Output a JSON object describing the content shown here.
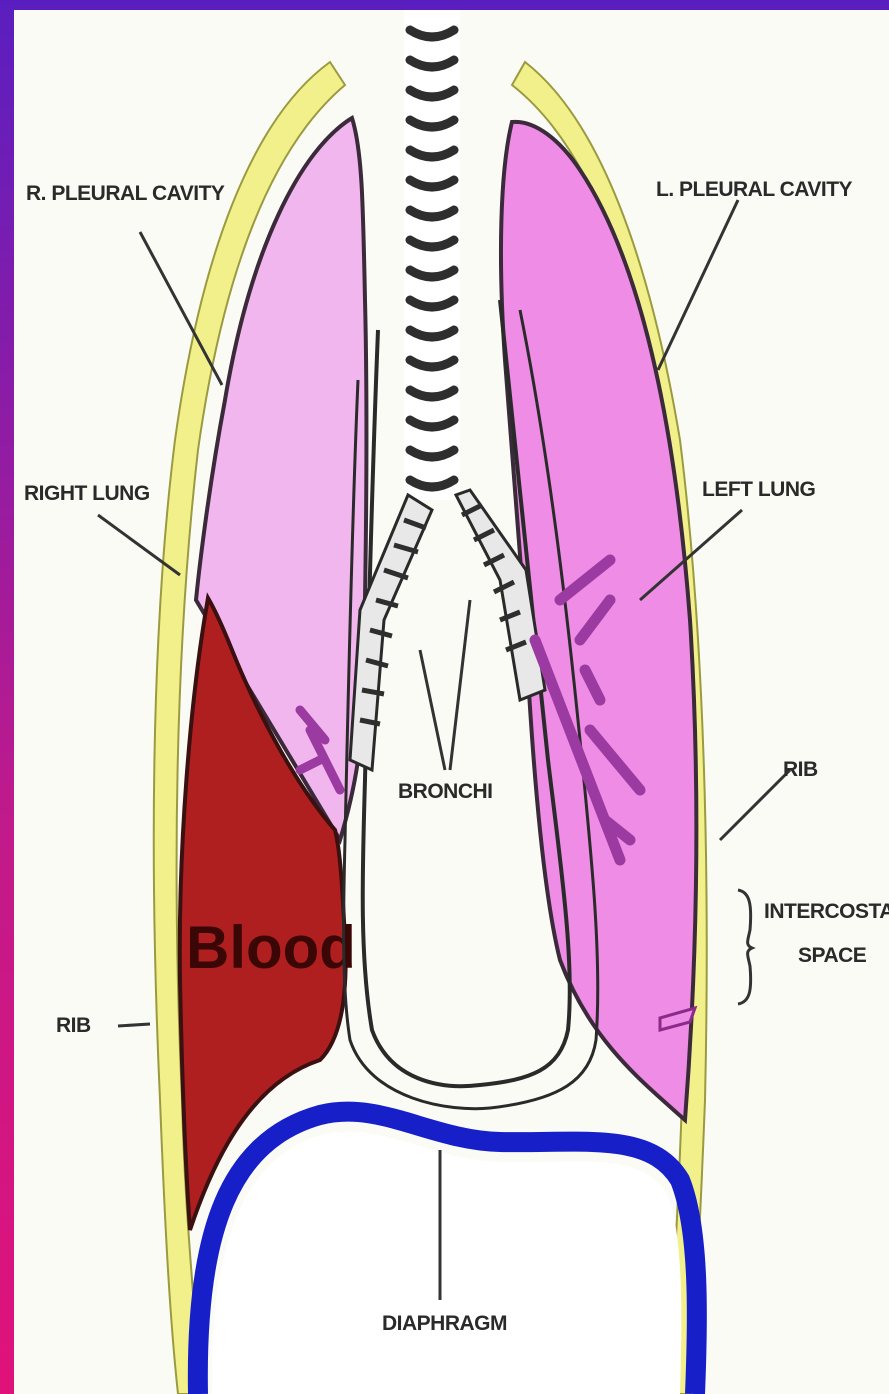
{
  "labels": {
    "r_pleural_cavity": "R. PLEURAL CAVITY",
    "l_pleural_cavity": "L. PLEURAL CAVITY",
    "right_lung": "RIGHT LUNG",
    "left_lung": "LEFT LUNG",
    "bronchi": "BRONCHI",
    "rib_right": "RIB",
    "rib_left": "RIB",
    "intercostal_line1": "INTERCOSTAL",
    "intercostal_line2": "SPACE",
    "diaphragm": "DIAPHRAGM",
    "blood": "Blood"
  },
  "colors": {
    "right_lung": "#f2b6ee",
    "left_lung": "#ee8ce6",
    "blood": "#b01f1f",
    "pleura": "#f2f08a",
    "diaphragm": "#1720c8",
    "vessels": "#9b3aa0"
  }
}
